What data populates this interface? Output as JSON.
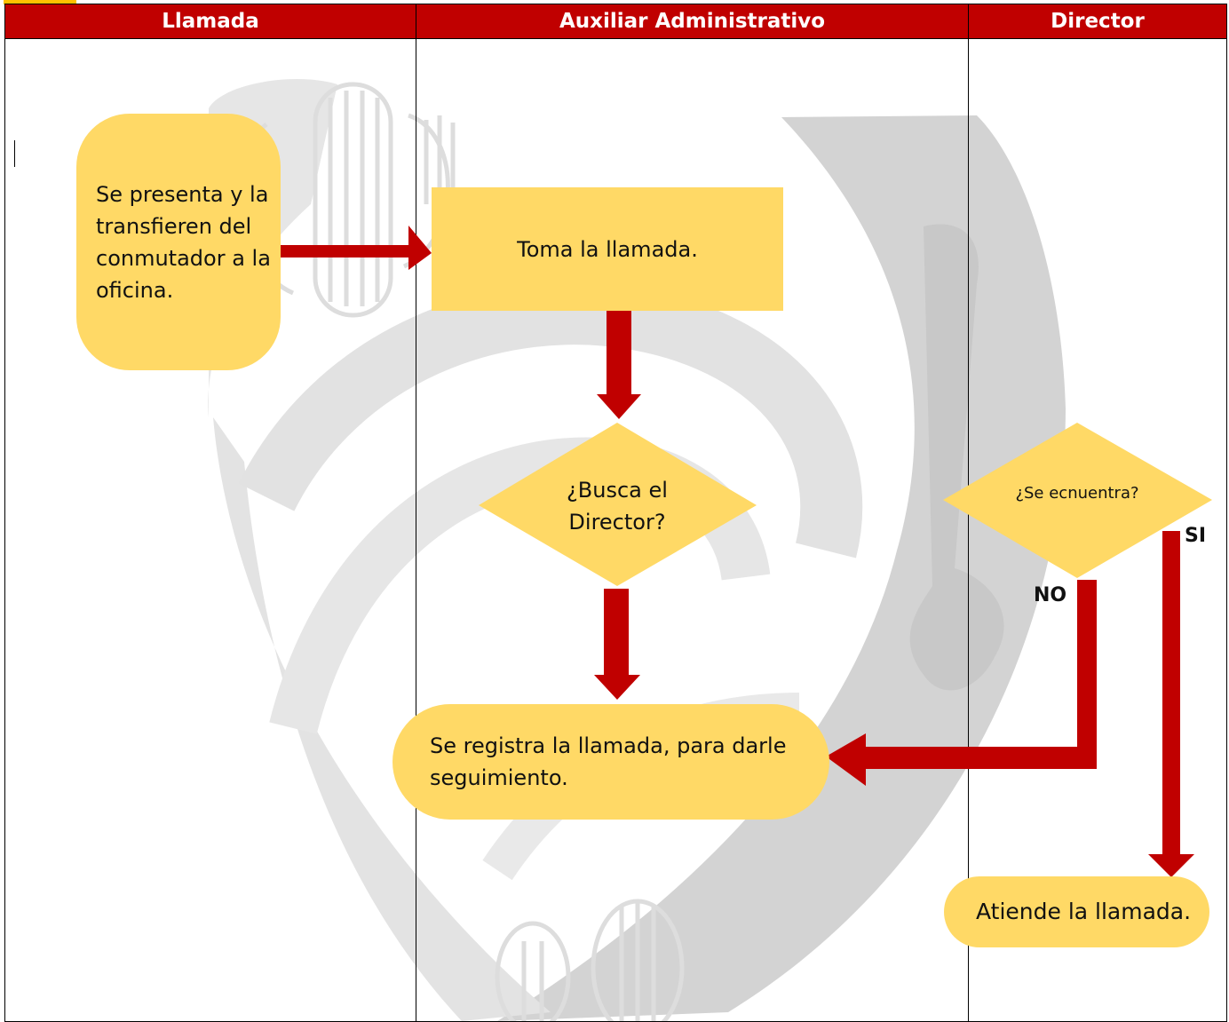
{
  "colors": {
    "header_bg": "#c00000",
    "header_text": "#ffffff",
    "shape_fill": "#ffd966",
    "arrow": "#c00000",
    "watermark": "#d3d3d3",
    "corner_tab": "#ffc000"
  },
  "lanes": [
    {
      "title": "Llamada"
    },
    {
      "title": "Auxiliar Administrativo"
    },
    {
      "title": "Director"
    }
  ],
  "nodes": {
    "start": {
      "text": "Se presenta y la transfieren del conmutador a la oficina."
    },
    "take_call": {
      "text": "Toma la llamada."
    },
    "decision_director": {
      "text": "¿Busca el Director?"
    },
    "register_call": {
      "text": "Se registra la llamada, para darle seguimiento."
    },
    "decision_found": {
      "text": "¿Se ecnuentra?"
    },
    "attend_call": {
      "text": "Atiende la llamada."
    }
  },
  "edges": {
    "no_label": "NO",
    "si_label": "SI"
  }
}
